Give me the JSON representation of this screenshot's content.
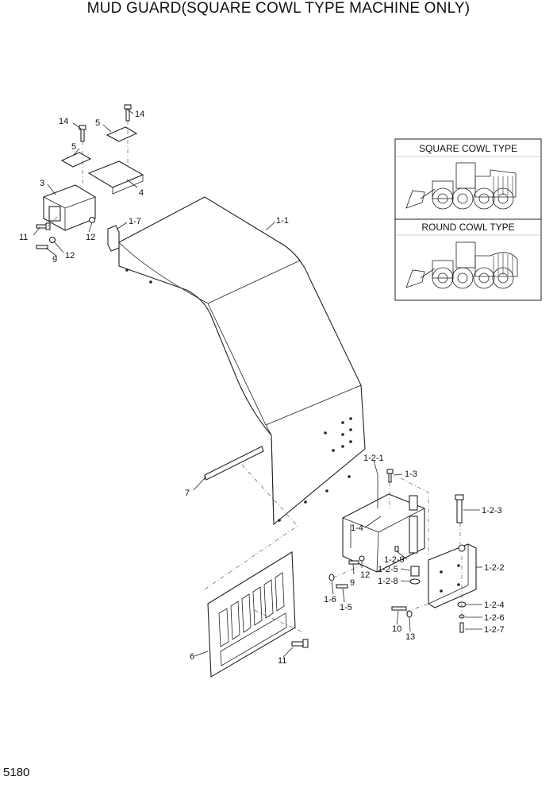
{
  "title": "MUD GUARD(SQUARE COWL TYPE MACHINE ONLY)",
  "page_number": "5180",
  "insets": [
    {
      "title": "SQUARE COWL TYPE"
    },
    {
      "title": "ROUND COWL TYPE"
    }
  ],
  "callouts": [
    "14",
    "14",
    "5",
    "5",
    "4",
    "3",
    "11",
    "12",
    "12",
    "9",
    "1-7",
    "1-1",
    "7",
    "1-2-1",
    "1-3",
    "1-2-3",
    "1-4",
    "1-2-9",
    "12",
    "9",
    "1-2-5",
    "1-2-8",
    "1-6",
    "1-5",
    "1-2-2",
    "1-2-4",
    "1-2-6",
    "1-2-7",
    "10",
    "13",
    "6",
    "11"
  ]
}
